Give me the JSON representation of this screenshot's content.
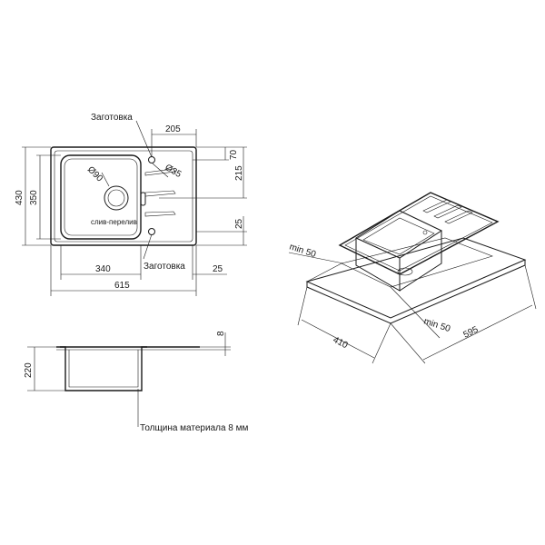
{
  "top_view": {
    "label_blank_top": "Заготовка",
    "label_blank_bottom": "Заготовка",
    "label_drain": "слив-перелив",
    "dim_205": "205",
    "dim_70": "70",
    "dim_215": "215",
    "dim_25_right": "25",
    "dim_430": "430",
    "dim_350": "350",
    "dim_340": "340",
    "dim_25_bottom": "25",
    "dim_615": "615",
    "dia_90": "Ø90",
    "dia_35": "Ø35"
  },
  "section_view": {
    "dim_8": "8",
    "dim_220": "220",
    "label_thickness": "Толщина материала 8 мм"
  },
  "iso_view": {
    "dim_min50_left": "min 50",
    "dim_min50_right": "min 50",
    "dim_410": "410",
    "dim_595": "595"
  }
}
